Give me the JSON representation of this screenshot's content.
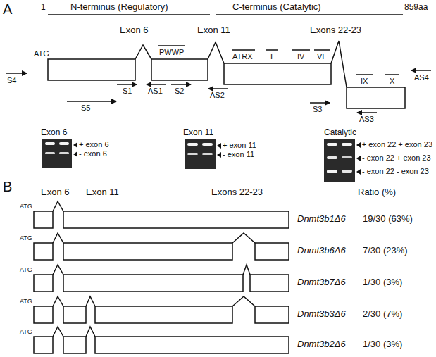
{
  "diagram": {
    "labels": [
      "A",
      "1",
      "N-terminus (Regulatory)",
      "C-terminus (Catalytic)",
      "859aa",
      "Exon 6",
      "Exon 11",
      "Exons 22-23",
      "PWWP",
      "ATG",
      "ATRX",
      "I",
      "IV",
      "VI",
      "IX",
      "X",
      "S4",
      "S1",
      "AS1",
      "S2",
      "AS2",
      "S3",
      "AS3",
      "AS4",
      "S5",
      "Exon 6",
      "+ exon 6",
      "- exon 6",
      "Exon 11",
      "+ exon 11",
      "- exon 11",
      "Catalytic",
      "+ exon 22 + exon 23",
      "- exon 22 + exon 23",
      "- exon 22 - exon 23",
      "B",
      "Exon 6",
      "Exon 11",
      "Exons 22-23",
      "Ratio (%)",
      "ATG",
      "Dnmt3b1Δ6",
      "19/30 (63%)",
      "ATG",
      "Dnmt3b6Δ6",
      "7/30 (23%)",
      "ATG",
      "Dnmt3b7Δ6",
      "1/30 (3%)",
      "ATG",
      "Dnmt3b3Δ6",
      "2/30 (7%)",
      "ATG",
      "Dnmt3b2Δ6",
      "1/30 (3%)"
    ]
  }
}
